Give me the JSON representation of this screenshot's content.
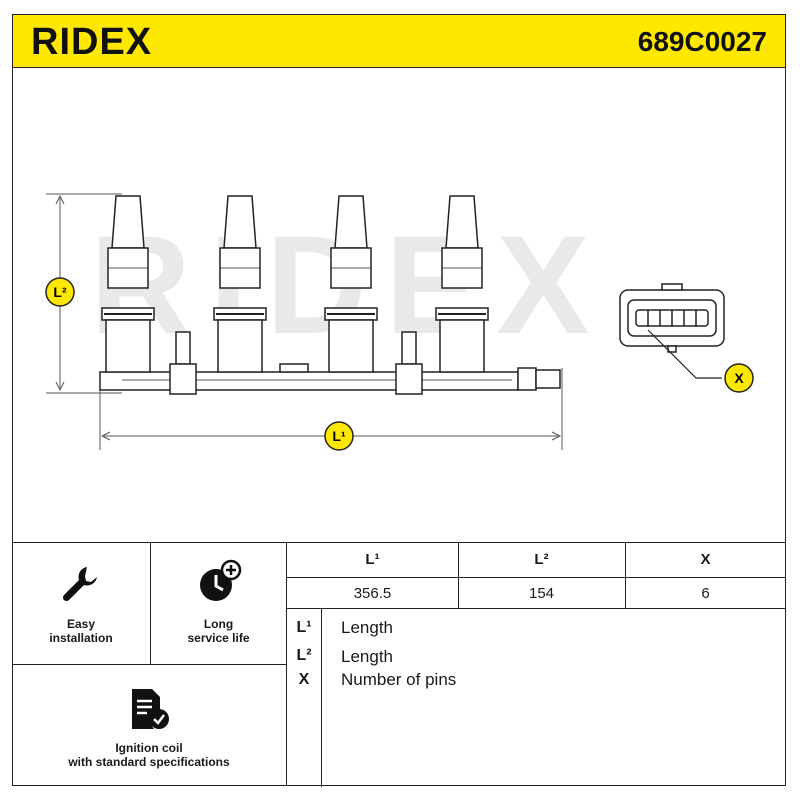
{
  "header": {
    "brand": "RIDEX",
    "part_number": "689C0027"
  },
  "drawing": {
    "watermark": "RIDEX",
    "badges": {
      "l1": "L¹",
      "l2": "L²",
      "x": "X"
    }
  },
  "features": [
    {
      "label_line1": "Easy",
      "label_line2": "installation",
      "icon": "wrench-icon"
    },
    {
      "label_line1": "Long",
      "label_line2": "service life",
      "icon": "clock-plus-icon"
    },
    {
      "label_line1": "Ignition coil",
      "label_line2": "with standard specifications",
      "icon": "document-check-icon"
    }
  ],
  "spec_table": {
    "headers": [
      "L¹",
      "L²",
      "X"
    ],
    "values": [
      "356.5",
      "154",
      "6"
    ]
  },
  "legend": [
    {
      "symbol": "L¹",
      "description": "Length"
    },
    {
      "symbol": "L²",
      "description": "Length"
    },
    {
      "symbol": "X",
      "description": "Number of pins"
    }
  ],
  "colors": {
    "accent": "#ffe800",
    "line": "#222222"
  }
}
